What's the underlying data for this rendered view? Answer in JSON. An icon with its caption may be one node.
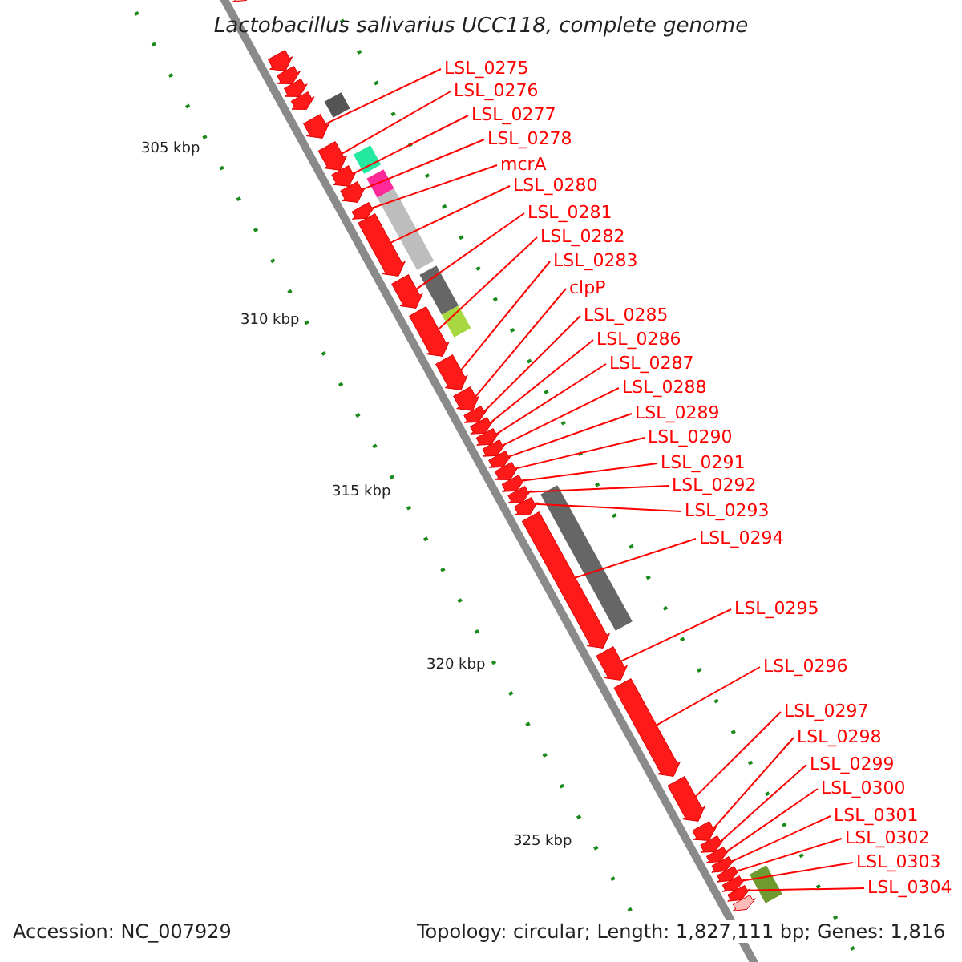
{
  "diagram": {
    "title": "Lactobacillus salivarius UCC118, complete genome",
    "nodes": [
      {
        "text": [
          "LSL_0275"
        ]
      },
      {
        "text": [
          "LSL_0276"
        ]
      },
      {
        "text": [
          "LSL_0277"
        ]
      },
      {
        "text": [
          "LSL_0278"
        ]
      },
      {
        "text": [
          "mcrA"
        ]
      },
      {
        "text": [
          "LSL_0280"
        ]
      },
      {
        "text": [
          "LSL_0281"
        ]
      },
      {
        "text": [
          "LSL_0282"
        ]
      },
      {
        "text": [
          "LSL_0283"
        ]
      },
      {
        "text": [
          "clpP"
        ]
      },
      {
        "text": [
          "LSL_0285"
        ]
      },
      {
        "text": [
          "LSL_0286"
        ]
      },
      {
        "text": [
          "LSL_0287"
        ]
      },
      {
        "text": [
          "LSL_0288"
        ]
      },
      {
        "text": [
          "LSL_0289"
        ]
      },
      {
        "text": [
          "LSL_0290"
        ]
      },
      {
        "text": [
          "LSL_0291"
        ]
      },
      {
        "text": [
          "LSL_0292"
        ]
      },
      {
        "text": [
          "LSL_0293"
        ]
      },
      {
        "text": [
          "LSL_0294"
        ]
      },
      {
        "text": [
          "LSL_0295"
        ]
      },
      {
        "text": [
          "LSL_0296"
        ]
      },
      {
        "text": [
          "LSL_0297"
        ]
      },
      {
        "text": [
          "LSL_0298"
        ]
      },
      {
        "text": [
          "LSL_0299"
        ]
      },
      {
        "text": [
          "LSL_0300"
        ]
      },
      {
        "text": [
          "LSL_0301"
        ]
      },
      {
        "text": [
          "LSL_0302"
        ]
      },
      {
        "text": [
          "LSL_0303"
        ]
      },
      {
        "text": [
          "LSL_0304"
        ]
      },
      {
        "text": [],
        "shape": "arrow"
      },
      {
        "text": [],
        "shape": "arrow"
      },
      {
        "text": [],
        "shape": "arrow"
      },
      {
        "text": [],
        "shape": "arrow"
      },
      {
        "text": [],
        "shape": "arrow"
      },
      {
        "text": [],
        "shape": "arrow"
      },
      {
        "text": [],
        "shape": "arrow"
      },
      {
        "text": [],
        "shape": "arrow"
      },
      {
        "text": [],
        "shape": "arrow"
      },
      {
        "text": [],
        "shape": "arrow"
      },
      {
        "text": [],
        "shape": "arrow"
      },
      {
        "text": [],
        "shape": "arrow"
      },
      {
        "text": [],
        "shape": "arrow"
      },
      {
        "text": [],
        "shape": "arrow"
      },
      {
        "text": [],
        "shape": "arrow"
      },
      {
        "text": [],
        "shape": "arrow"
      },
      {
        "text": [],
        "shape": "arrow"
      },
      {
        "text": [],
        "shape": "arrow"
      },
      {
        "text": [],
        "shape": "arrow"
      },
      {
        "text": [],
        "shape": "arrow"
      },
      {
        "text": [],
        "shape": "arrow"
      },
      {
        "text": [],
        "shape": "arrow"
      },
      {
        "text": [],
        "shape": "arrow"
      },
      {
        "text": [],
        "shape": "arrow"
      },
      {
        "text": [],
        "shape": "arrow"
      },
      {
        "text": [],
        "shape": "arrow"
      },
      {
        "text": [],
        "shape": "arrow"
      },
      {
        "text": [],
        "shape": "arrow"
      },
      {
        "text": [],
        "shape": "arrow"
      },
      {
        "text": [],
        "shape": "arrow"
      },
      {
        "text": [],
        "shape": "arrow"
      },
      {
        "text": [],
        "shape": "arrow"
      },
      {
        "text": [],
        "shape": "arrow"
      },
      {
        "text": [],
        "shape": "arrow"
      },
      {
        "text": [],
        "shape": "arrow"
      },
      {
        "text": [],
        "shape": "arrow"
      },
      {
        "text": [],
        "shape": "bar"
      },
      {
        "text": [],
        "shape": "bar"
      },
      {
        "text": [],
        "shape": "bar"
      },
      {
        "text": [],
        "shape": "bar"
      },
      {
        "text": [],
        "shape": "bar"
      },
      {
        "text": [],
        "shape": "bar"
      },
      {
        "text": [],
        "shape": "bar"
      },
      {
        "text": [],
        "shape": "bar"
      }
    ],
    "edges": [
      {
        "from": 0,
        "to": 35,
        "arrow": "none"
      },
      {
        "from": 1,
        "to": 36,
        "arrow": "none"
      },
      {
        "from": 2,
        "to": 37,
        "arrow": "none"
      },
      {
        "from": 3,
        "to": 38,
        "arrow": "none"
      },
      {
        "from": 4,
        "to": 39,
        "arrow": "none"
      },
      {
        "from": 5,
        "to": 40,
        "arrow": "none"
      },
      {
        "from": 6,
        "to": 41,
        "arrow": "none"
      },
      {
        "from": 7,
        "to": 42,
        "arrow": "none"
      },
      {
        "from": 8,
        "to": 43,
        "arrow": "none"
      },
      {
        "from": 9,
        "to": 44,
        "arrow": "none"
      },
      {
        "from": 10,
        "to": 45,
        "arrow": "none"
      },
      {
        "from": 11,
        "to": 46,
        "arrow": "none"
      },
      {
        "from": 12,
        "to": 47,
        "arrow": "none"
      },
      {
        "from": 13,
        "to": 48,
        "arrow": "none"
      },
      {
        "from": 14,
        "to": 49,
        "arrow": "none"
      },
      {
        "from": 15,
        "to": 50,
        "arrow": "none"
      },
      {
        "from": 16,
        "to": 51,
        "arrow": "none"
      },
      {
        "from": 17,
        "to": 52,
        "arrow": "none"
      },
      {
        "from": 18,
        "to": 53,
        "arrow": "none"
      },
      {
        "from": 19,
        "to": 54,
        "arrow": "none"
      },
      {
        "from": 20,
        "to": 55,
        "arrow": "none"
      },
      {
        "from": 21,
        "to": 56,
        "arrow": "none"
      },
      {
        "from": 22,
        "to": 57,
        "arrow": "none"
      },
      {
        "from": 23,
        "to": 58,
        "arrow": "none"
      },
      {
        "from": 24,
        "to": 59,
        "arrow": "none"
      },
      {
        "from": 25,
        "to": 60,
        "arrow": "none"
      },
      {
        "from": 26,
        "to": 61,
        "arrow": "none"
      },
      {
        "from": 27,
        "to": 62,
        "arrow": "none"
      },
      {
        "from": 28,
        "to": 63,
        "arrow": "none"
      },
      {
        "from": 29,
        "to": 64,
        "arrow": "none"
      }
    ],
    "labels": [
      "305 kbp",
      "310 kbp",
      "315 kbp",
      "320 kbp",
      "325 kbp",
      "Accession: NC_007929",
      "Topology: circular; Length: 1,827,111 bp; Genes: 1,816"
    ]
  }
}
